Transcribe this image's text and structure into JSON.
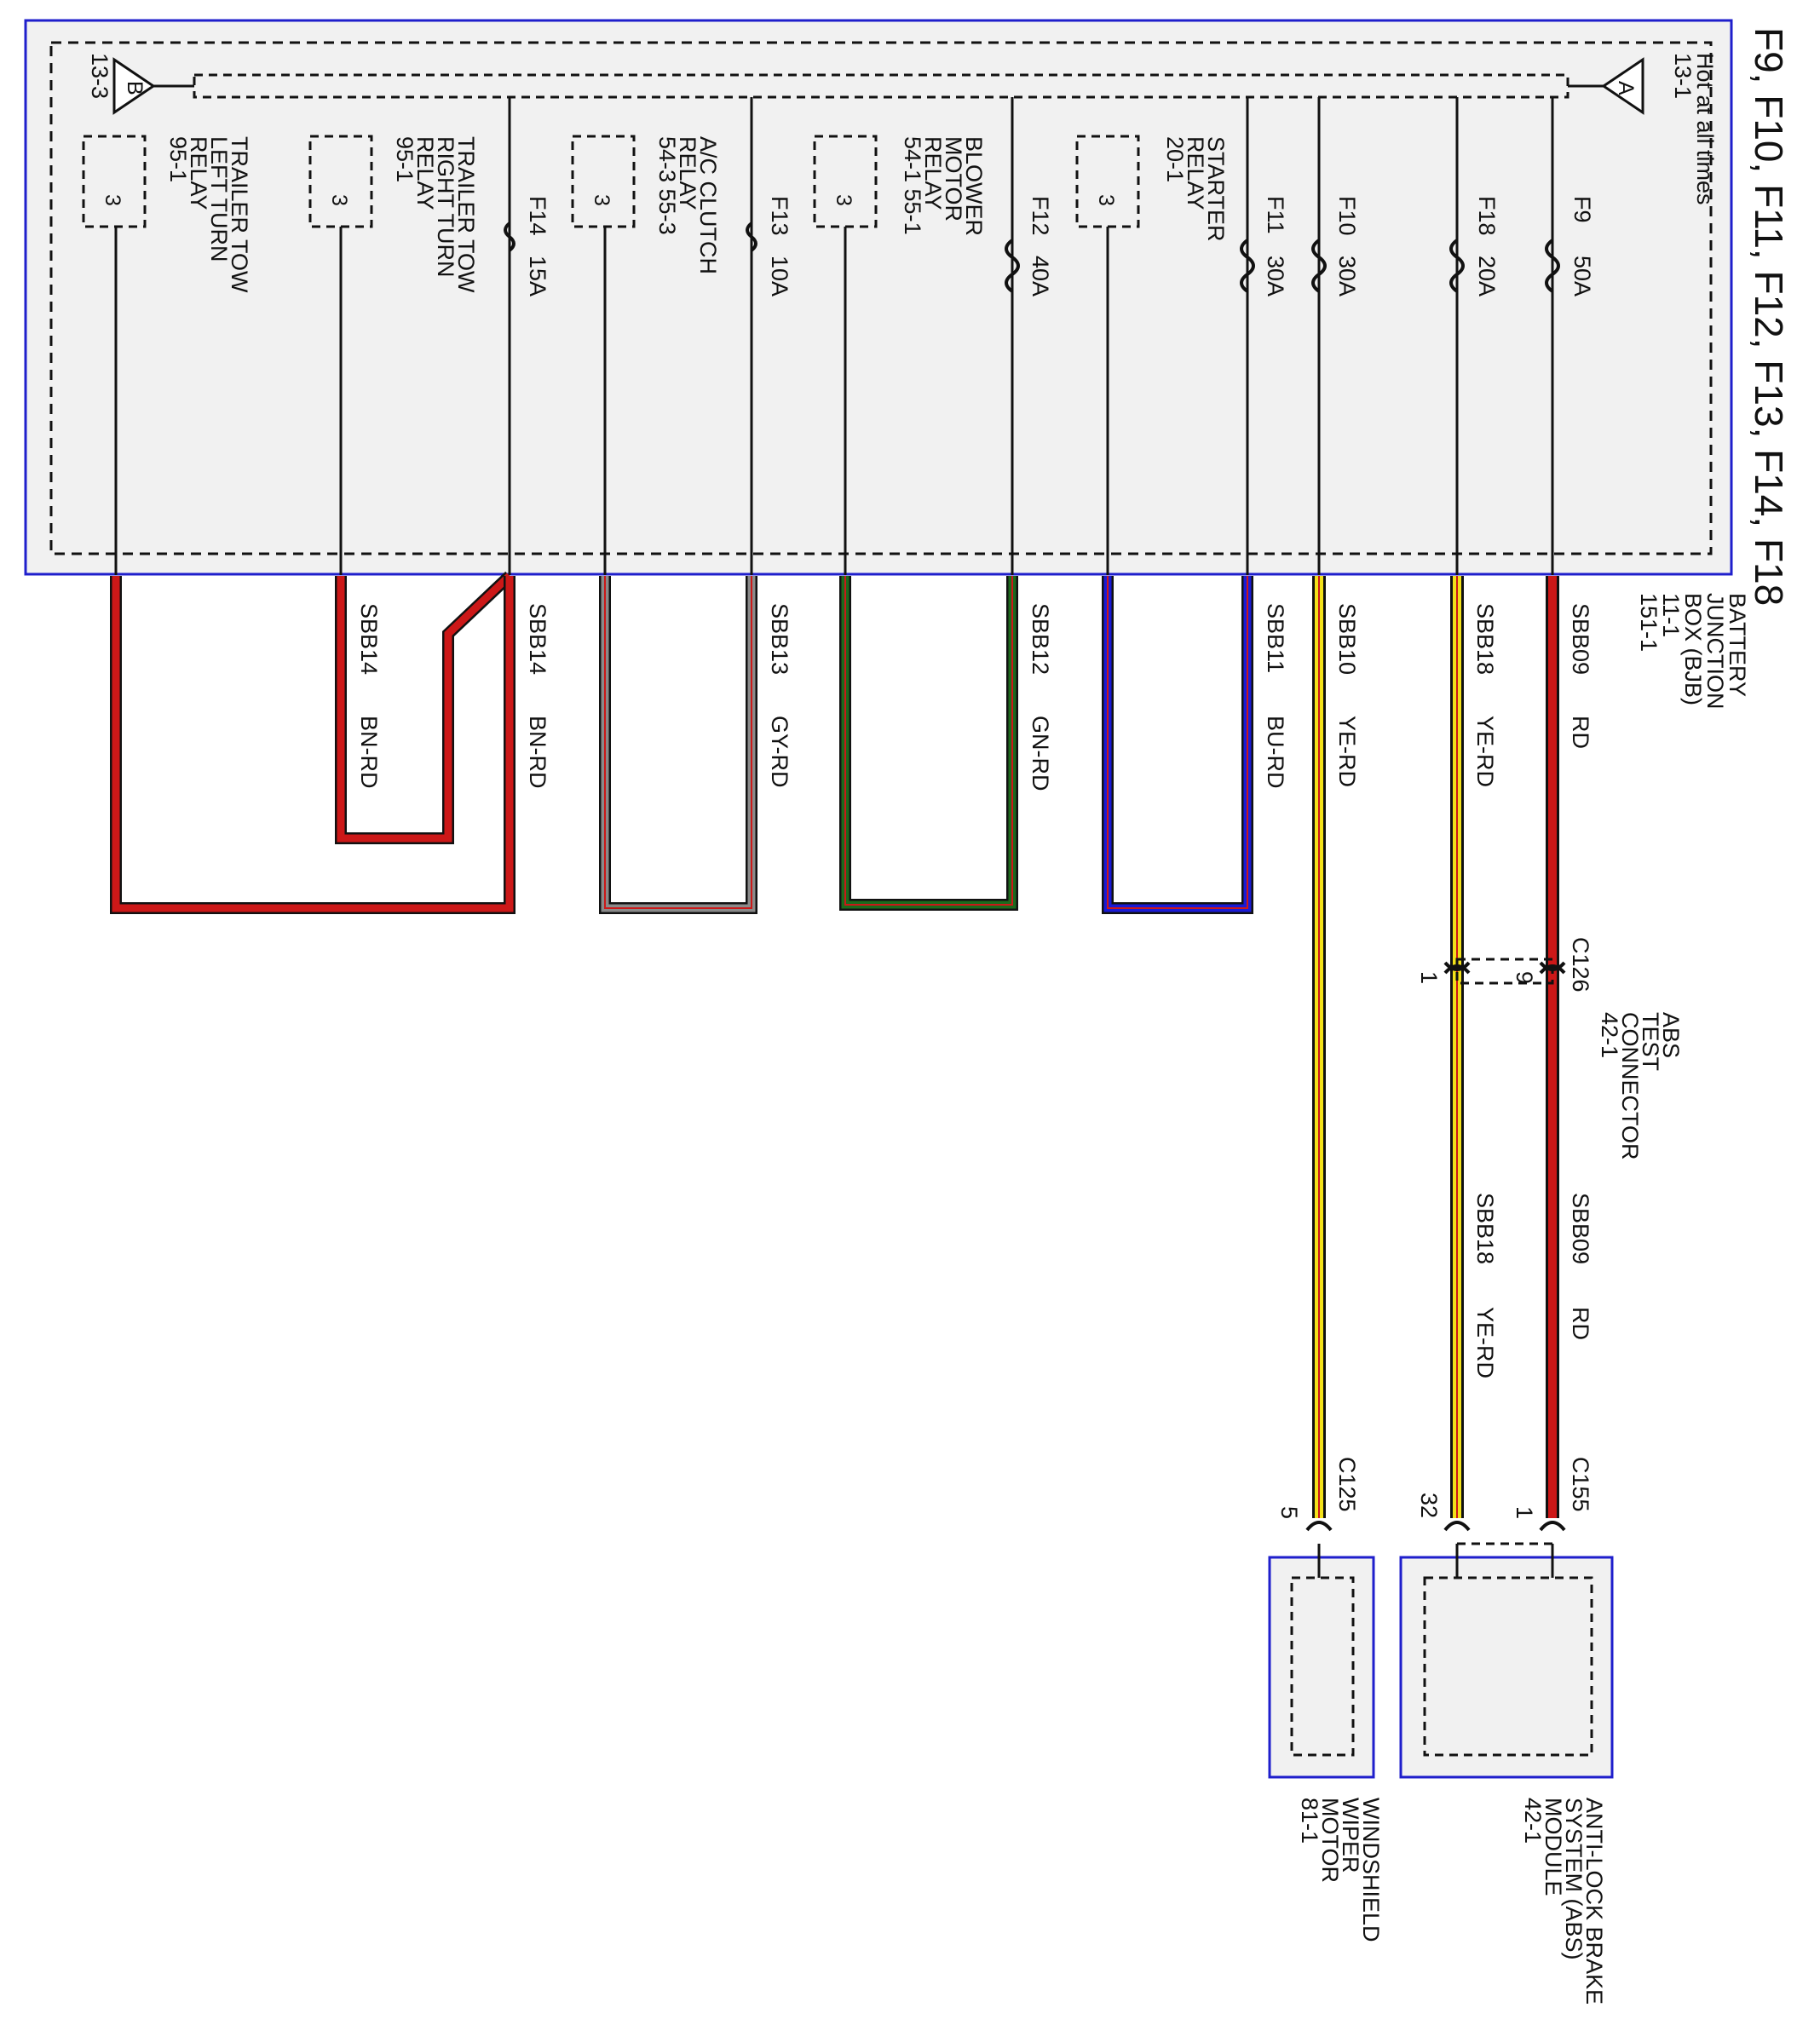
{
  "title": "F9, F10, F11, F12, F13, F14, F18",
  "hot_label": "Hot at all times",
  "bus_connector_a": {
    "letter": "A",
    "ref": "13-1"
  },
  "bus_connector_b": {
    "letter": "B",
    "ref": "13-3"
  },
  "bjb": {
    "lines": [
      "BATTERY",
      "JUNCTION",
      "BOX (BJB)",
      "11-1",
      "151-1"
    ]
  },
  "fuses": [
    {
      "id": "F9",
      "rating": "50A"
    },
    {
      "id": "F18",
      "rating": "20A"
    },
    {
      "id": "F10",
      "rating": "30A"
    },
    {
      "id": "F11",
      "rating": "30A"
    },
    {
      "id": "F12",
      "rating": "40A"
    },
    {
      "id": "F13",
      "rating": "10A"
    },
    {
      "id": "F14",
      "rating": "15A"
    }
  ],
  "relays": [
    {
      "lines": [
        "STARTER",
        "RELAY",
        "20-1"
      ],
      "pin": "3"
    },
    {
      "lines": [
        "BLOWER",
        "MOTOR",
        "RELAY",
        "54-1   55-1"
      ],
      "pin": "3"
    },
    {
      "lines": [
        "A/C CLUTCH",
        "RELAY",
        "54-3     55-3"
      ],
      "pin": "3"
    },
    {
      "lines": [
        "TRAILER TOW",
        "RIGHT TURN",
        "RELAY",
        "95-1"
      ],
      "pin": "3"
    },
    {
      "lines": [
        "TRAILER TOW",
        "LEFT TURN",
        "RELAY",
        "95-1"
      ],
      "pin": "3"
    }
  ],
  "wires": [
    {
      "circuit": "SBB09",
      "color": "RD"
    },
    {
      "circuit": "SBB18",
      "color": "YE-RD"
    },
    {
      "circuit": "SBB10",
      "color": "YE-RD"
    },
    {
      "circuit": "SBB11",
      "color": "BU-RD"
    },
    {
      "circuit": "SBB12",
      "color": "GN-RD"
    },
    {
      "circuit": "SBB13",
      "color": "GY-RD"
    },
    {
      "circuit": "SBB14",
      "color": "BN-RD"
    },
    {
      "circuit": "SBB14",
      "color": "BN-RD"
    }
  ],
  "wires_lower": [
    {
      "circuit": "SBB09",
      "color": "RD"
    },
    {
      "circuit": "SBB18",
      "color": "YE-RD"
    }
  ],
  "c126": {
    "name": "C126",
    "pin_a": "9",
    "pin_b": "1",
    "lines": [
      "ABS",
      "TEST",
      "CONNECTOR",
      "42-1"
    ]
  },
  "c155": {
    "name": "C155",
    "pin_a": "1",
    "pin_b": "32"
  },
  "c125": {
    "name": "C125",
    "pin": "5"
  },
  "abs_module": {
    "lines": [
      "ANTI-LOCK BRAKE",
      "SYSTEM (ABS)",
      "MODULE",
      "42-1"
    ]
  },
  "wiper_motor": {
    "lines": [
      "WINDSHIELD",
      "WIPER",
      "MOTOR",
      "81-1"
    ]
  },
  "colors": {
    "box_border": "#1f1fcc",
    "box_fill": "#f1f1f1",
    "red": "#cc1818",
    "yellow": "#f3e21a",
    "blue": "#1a1ad6",
    "green": "#1d6a1d",
    "gray": "#8a8a8a"
  }
}
